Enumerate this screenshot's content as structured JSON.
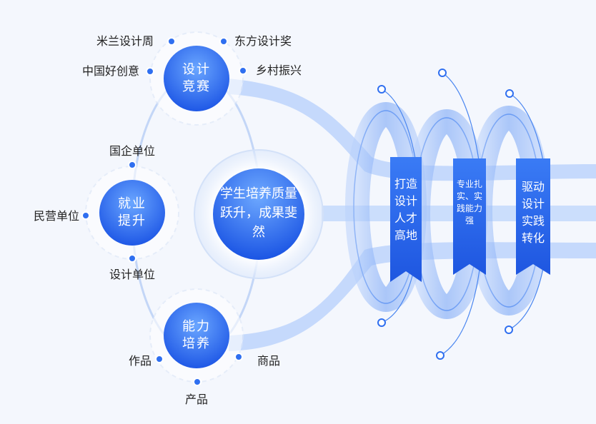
{
  "center": {
    "text": "学生培养质量跃升，成果斐然"
  },
  "nodes": {
    "competition": {
      "line1": "设计",
      "line2": "竞赛"
    },
    "employment": {
      "line1": "就业",
      "line2": "提升"
    },
    "ability": {
      "line1": "能力",
      "line2": "培养"
    }
  },
  "labels": {
    "competition": [
      "米兰设计周",
      "东方设计奖",
      "中国好创意",
      "乡村振兴"
    ],
    "employment": [
      "国企单位",
      "民营单位",
      "设计单位"
    ],
    "ability": [
      "作品",
      "商品",
      "产品"
    ]
  },
  "outcomes": [
    {
      "text": "打造设计人才高地"
    },
    {
      "text": "专业扎实、实践能力强"
    },
    {
      "text": "驱动设计实践转化"
    }
  ],
  "colors": {
    "primary": "#2f6ff0",
    "light": "#5a9bff",
    "band": "#bcd4fb",
    "dot": "#2f6ff0"
  }
}
